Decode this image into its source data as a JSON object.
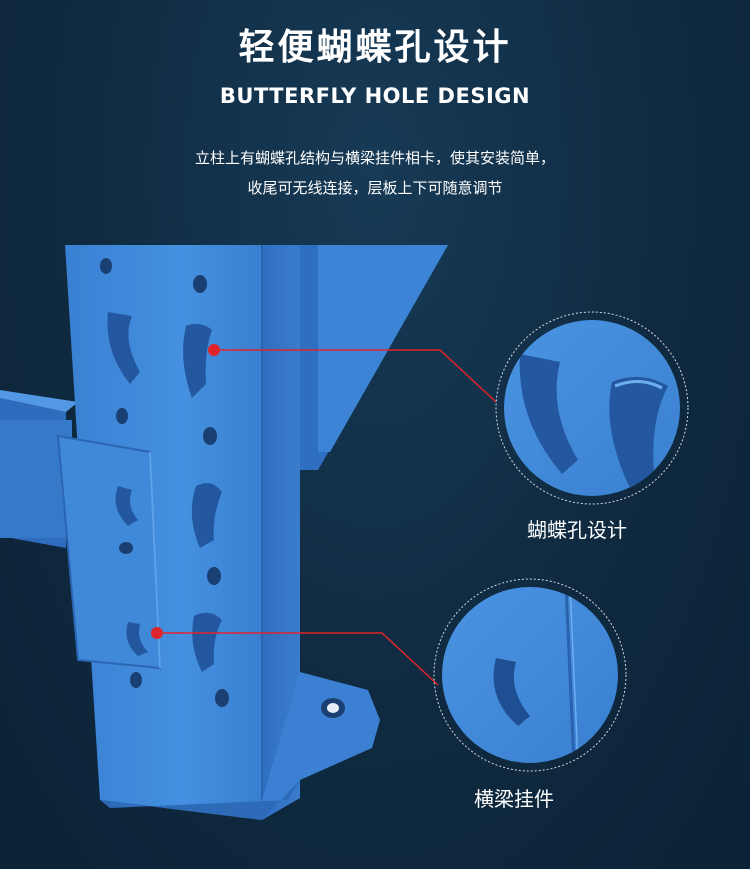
{
  "header": {
    "title": "轻便蝴蝶孔设计",
    "subtitle": "BUTTERFLY HOLE DESIGN",
    "description_lines": [
      "立柱上有蝴蝶孔结构与横梁挂件相卡，使其安装简单，",
      "收尾可无线连接，层板上下可随意调节"
    ]
  },
  "callouts": [
    {
      "label": "蝴蝶孔设计"
    },
    {
      "label": "横梁挂件"
    }
  ],
  "colors": {
    "background": "#0f2a40",
    "rack_blue": "#3f86d6",
    "rack_shadow": "#2d6ab8",
    "rack_highlight": "#5a9ee6",
    "pointer_red": "#e0242b"
  }
}
